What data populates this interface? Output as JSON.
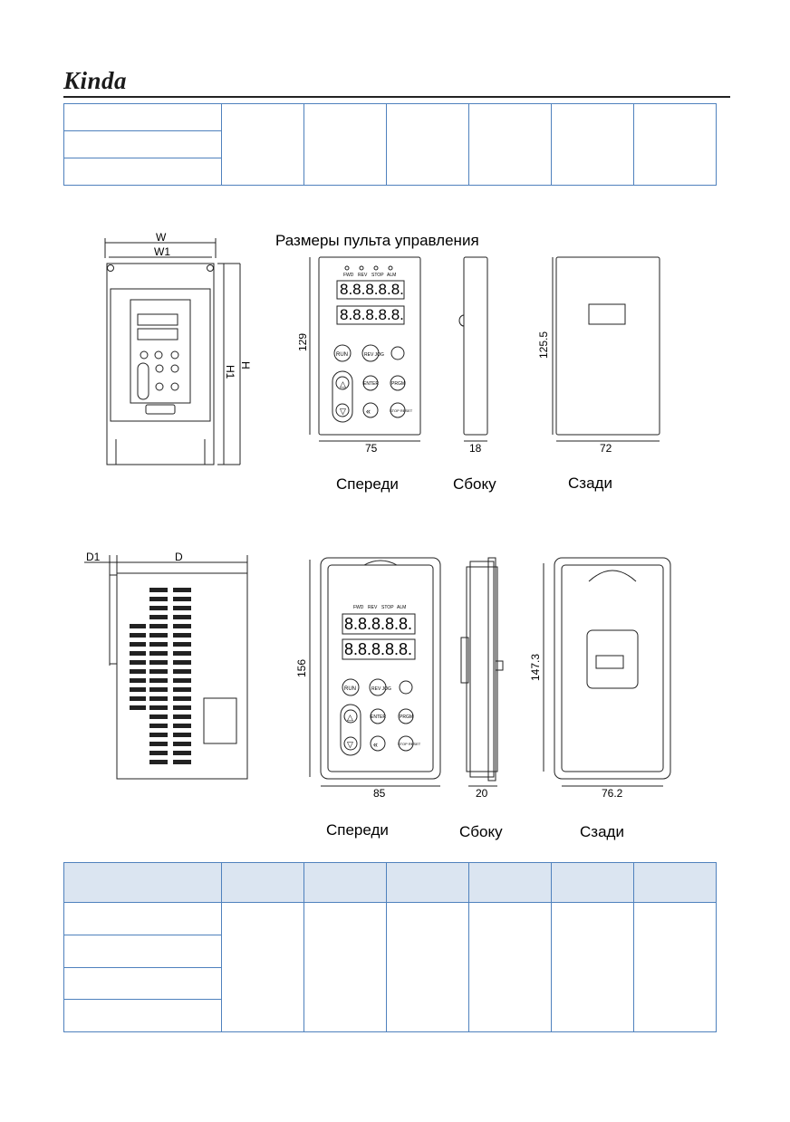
{
  "header": {
    "logo_text": "Kinda"
  },
  "panel_section": {
    "title": "Размеры пульта управления",
    "small_panel": {
      "front_caption": "Спереди",
      "side_caption": "Сбоку",
      "back_caption": "Сзади",
      "dim_height": "129",
      "dim_width": "75",
      "dim_depth": "18",
      "dim_back_height": "125.5",
      "dim_back_width": "72"
    },
    "large_panel": {
      "front_caption": "Спереди",
      "side_caption": "Сбоку",
      "back_caption": "Сзади",
      "dim_height": "156",
      "dim_width": "85",
      "dim_depth": "20",
      "dim_back_height": "147.3",
      "dim_back_width": "76.2"
    },
    "indicator_labels": [
      "FWD",
      "REV",
      "STOP",
      "ALM"
    ],
    "display_digits": "8.8.8.8.8.",
    "keys": {
      "run": "RUN",
      "rev_jog": "REV JOG",
      "enter": "ENTER",
      "prgm": "PRGM",
      "stop_reset": "STOP RESET"
    }
  },
  "inverter_drawing": {
    "dim_w": "W",
    "dim_w1": "W1",
    "dim_h": "H",
    "dim_h1": "H1",
    "dim_d": "D",
    "dim_d1": "D1"
  }
}
